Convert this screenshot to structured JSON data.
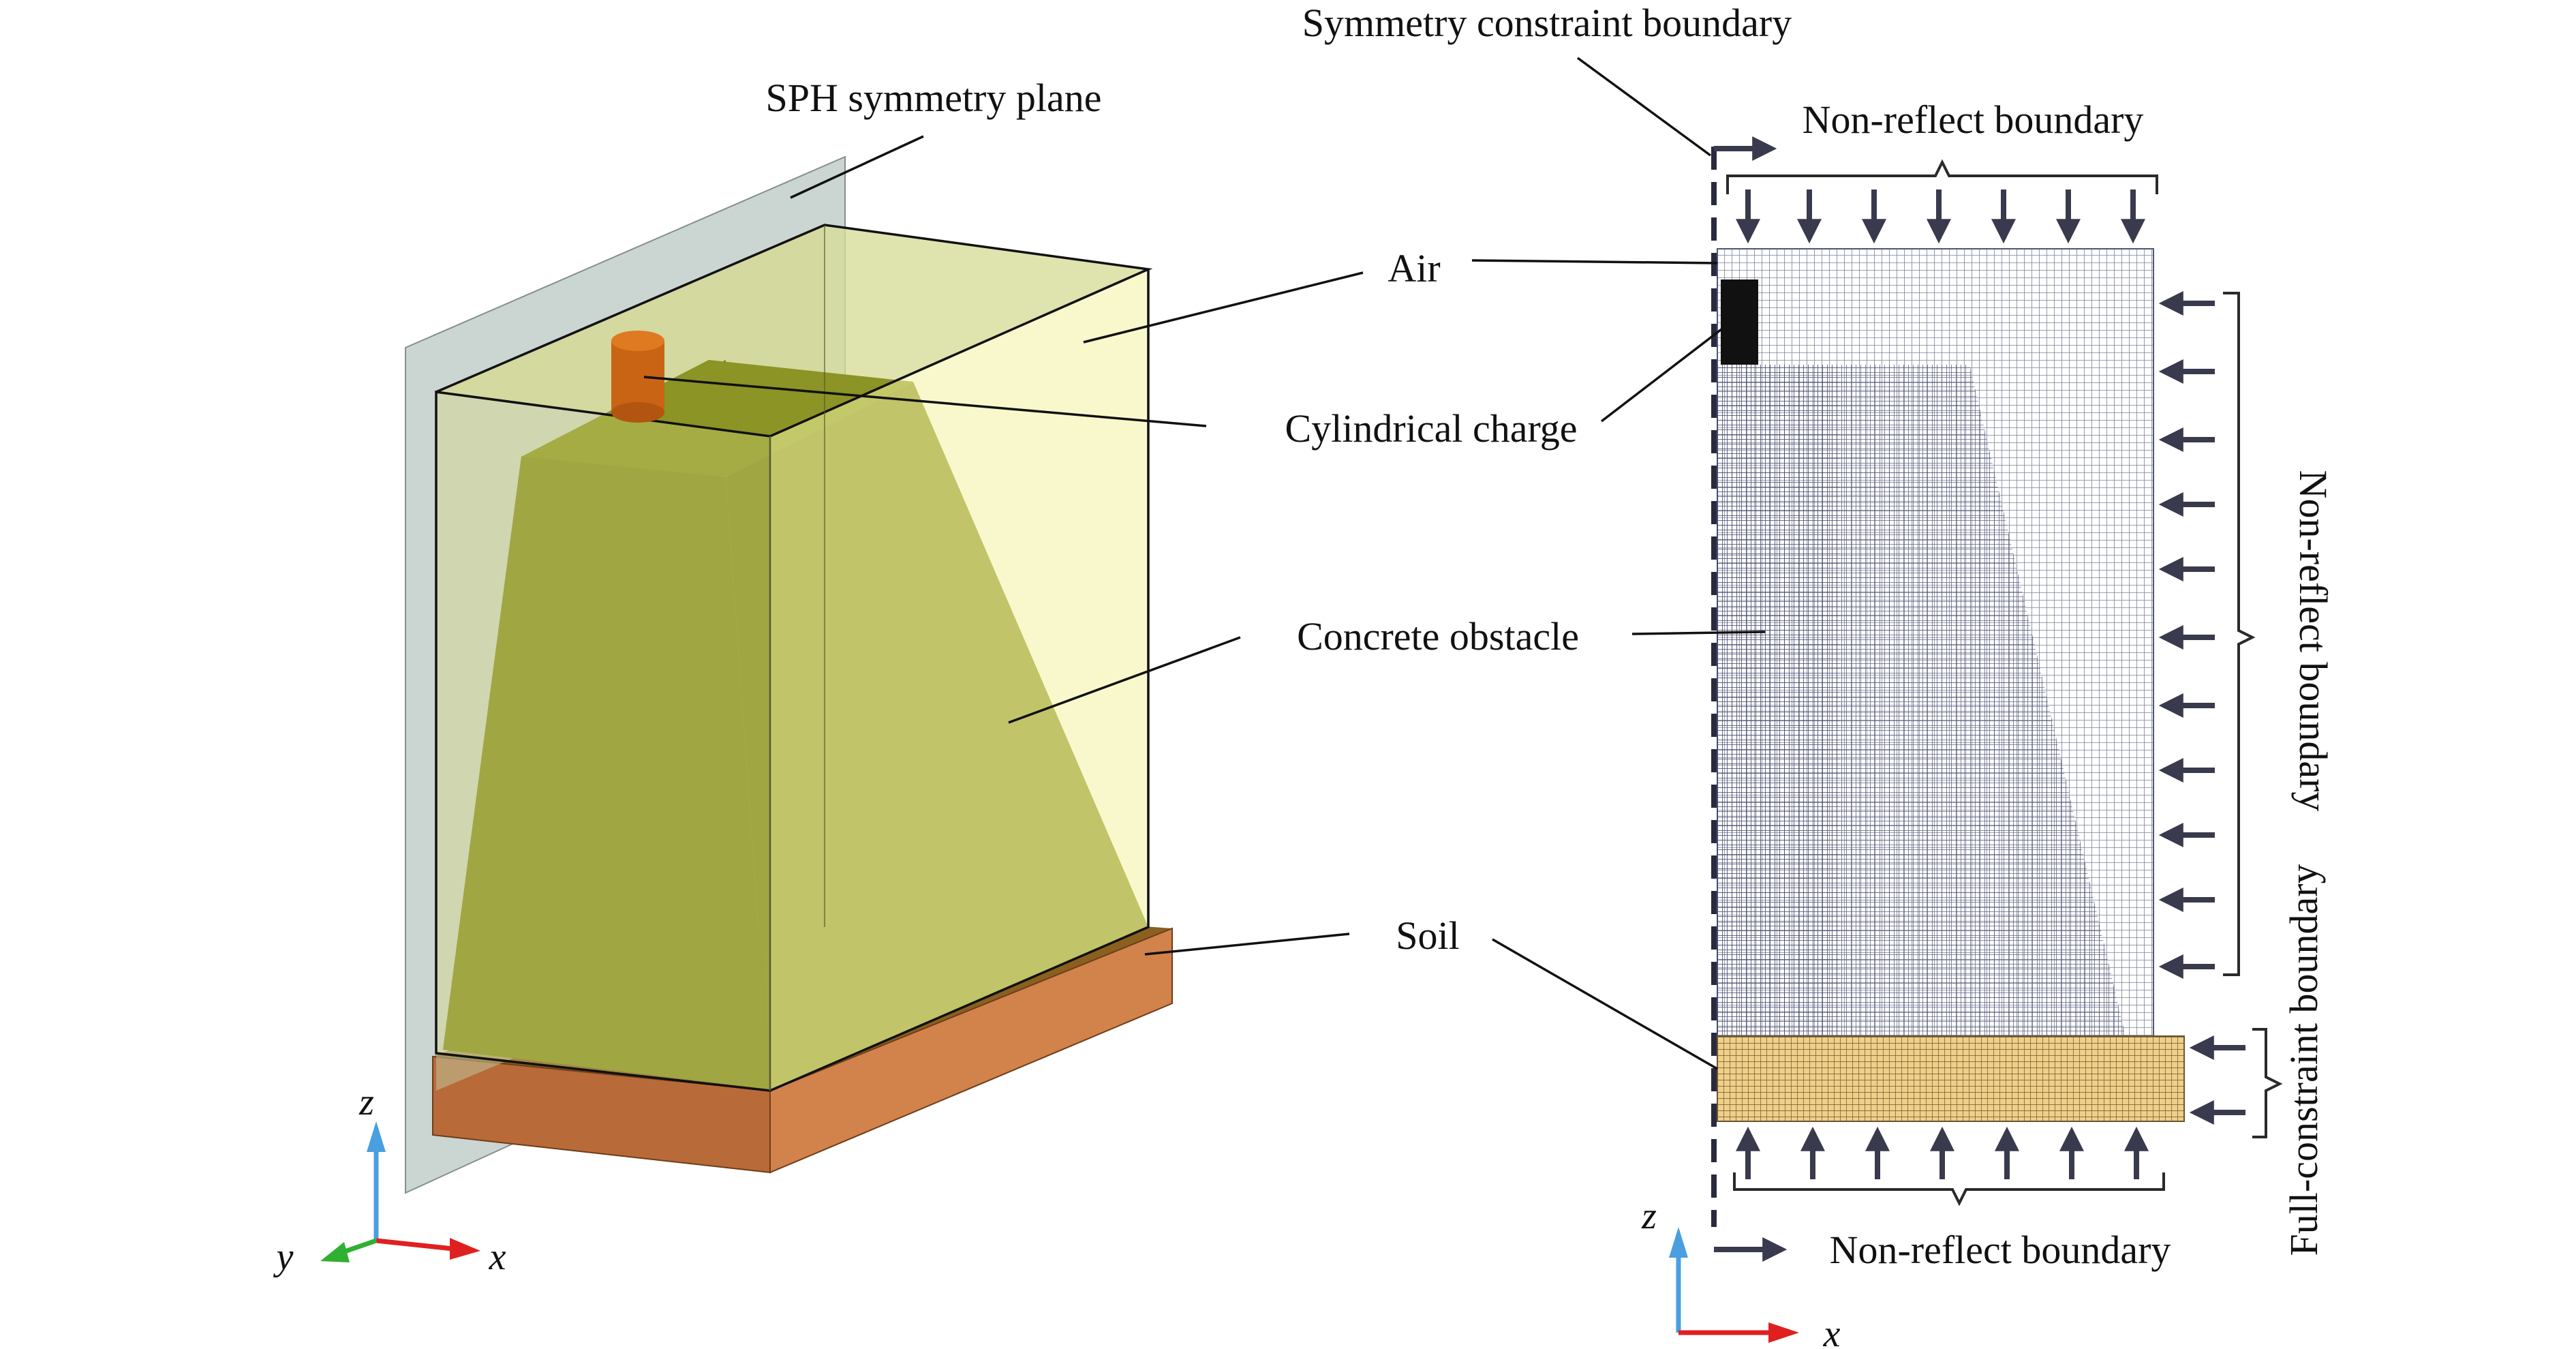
{
  "left_panel": {
    "labels": {
      "sph_plane": "SPH symmetry plane",
      "air": "Air",
      "charge": "Cylindrical charge",
      "concrete": "Concrete obstacle",
      "soil": "Soil"
    },
    "axes": {
      "z": "z",
      "x": "x",
      "y": "y"
    }
  },
  "right_panel": {
    "labels": {
      "symmetry_boundary": "Symmetry constraint boundary",
      "top_boundary": "Non-reflect boundary",
      "right_boundary": "Non-reflect boundary",
      "full_constraint": "Full-constraint boundary",
      "bottom_boundary": "Non-reflect boundary"
    },
    "axes": {
      "z": "z",
      "x": "x"
    }
  },
  "colors": {
    "sph_plane": "#c9d3d0",
    "air": "#f2f3a3",
    "concrete": "#858d22",
    "charge": "#c86414",
    "soil_side": "#b86a38",
    "soil_front": "#d2824b",
    "soil_top": "#8a6020",
    "mesh_line": "#50557a",
    "soil_mesh": "#e8c070",
    "arrow": "#3a3a4e",
    "axis_z": "#4a9fe0",
    "axis_x": "#e02020",
    "axis_y": "#30b030"
  }
}
